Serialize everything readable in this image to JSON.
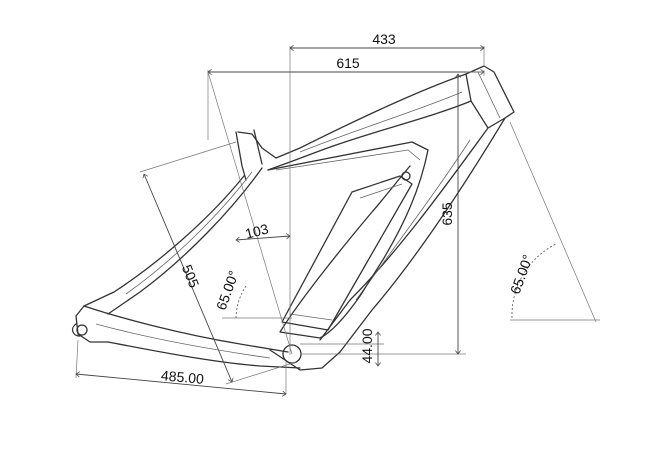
{
  "dimensions": {
    "reach": "433",
    "top_tube": "615",
    "stack": "635",
    "seat_tube": "505",
    "offset": "103",
    "seat_angle": "65.00°",
    "head_angle": "65.00°",
    "chainstay": "485.00",
    "bb_drop": "44.00"
  },
  "colors": {
    "line": "#333333",
    "background": "#ffffff"
  }
}
